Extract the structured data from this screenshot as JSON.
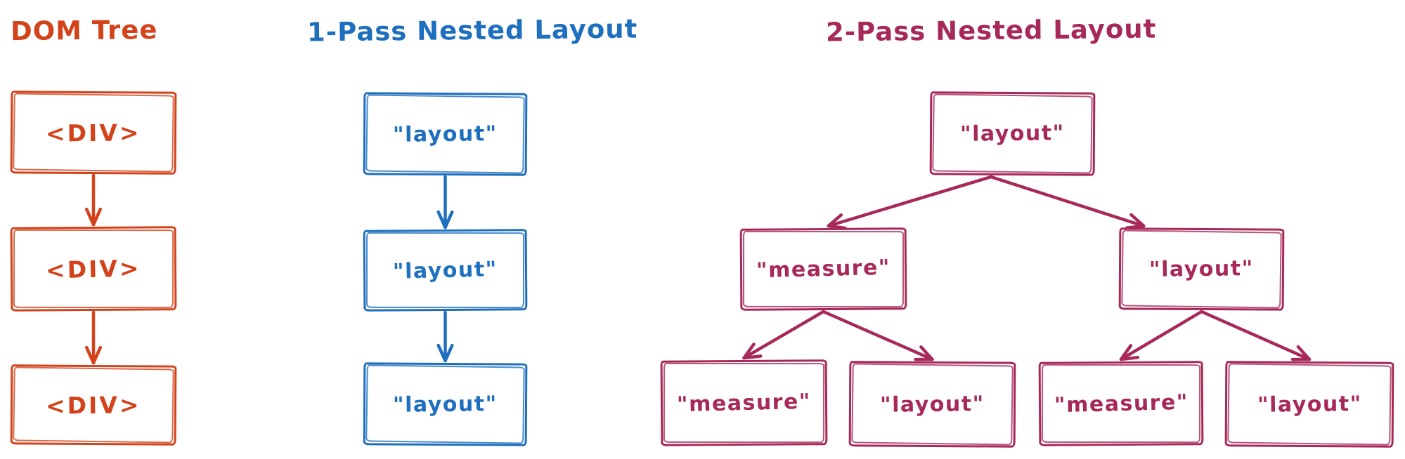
{
  "diagram": {
    "style": "hand-drawn sketch (excalidraw-like) flow diagram",
    "sections": [
      {
        "id": "dom",
        "title": "DOM Tree",
        "color": "#d2431b",
        "nodes": [
          {
            "id": "dom1",
            "label": "<DIV>"
          },
          {
            "id": "dom2",
            "label": "<DIV>"
          },
          {
            "id": "dom3",
            "label": "<DIV>"
          }
        ],
        "edges": [
          {
            "from": "dom1",
            "to": "dom2"
          },
          {
            "from": "dom2",
            "to": "dom3"
          }
        ]
      },
      {
        "id": "one-pass",
        "title": "1-Pass Nested Layout",
        "color": "#1e6fbd",
        "nodes": [
          {
            "id": "op1",
            "label": "\"layout\""
          },
          {
            "id": "op2",
            "label": "\"layout\""
          },
          {
            "id": "op3",
            "label": "\"layout\""
          }
        ],
        "edges": [
          {
            "from": "op1",
            "to": "op2"
          },
          {
            "from": "op2",
            "to": "op3"
          }
        ]
      },
      {
        "id": "two-pass",
        "title": "2-Pass Nested Layout",
        "color": "#a72959",
        "nodes": [
          {
            "id": "tp-root",
            "label": "\"layout\""
          },
          {
            "id": "tp-mleft",
            "label": "\"measure\""
          },
          {
            "id": "tp-mright",
            "label": "\"layout\""
          },
          {
            "id": "tp-b1",
            "label": "\"measure\""
          },
          {
            "id": "tp-b2",
            "label": "\"layout\""
          },
          {
            "id": "tp-b3",
            "label": "\"measure\""
          },
          {
            "id": "tp-b4",
            "label": "\"layout\""
          }
        ],
        "edges": [
          {
            "from": "tp-root",
            "to": "tp-mleft",
            "sf": -0.13,
            "tf": 0.03
          },
          {
            "from": "tp-root",
            "to": "tp-mright",
            "sf": -0.13,
            "tf": -0.35
          },
          {
            "from": "tp-mleft",
            "to": "tp-b1"
          },
          {
            "from": "tp-mleft",
            "to": "tp-b2"
          },
          {
            "from": "tp-mright",
            "to": "tp-b3"
          },
          {
            "from": "tp-mright",
            "to": "tp-b4",
            "tf": 0.0
          }
        ]
      }
    ]
  }
}
